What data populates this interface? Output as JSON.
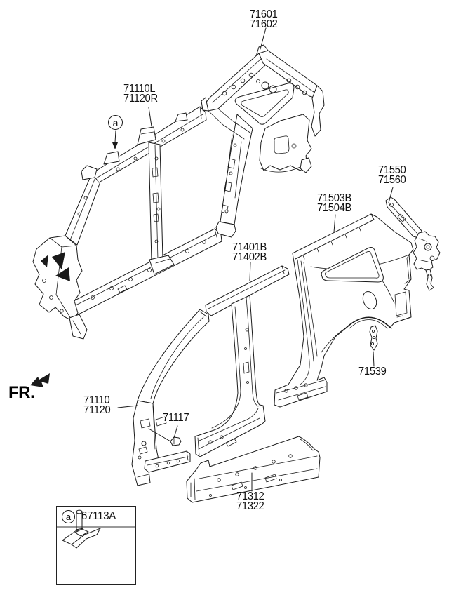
{
  "colors": {
    "line": "#1a1a1a",
    "background": "#ffffff",
    "divider": "#999999"
  },
  "direction_indicator": {
    "label": "FR."
  },
  "detail_marker": {
    "letter": "a"
  },
  "legend_box": {
    "ref_letter": "a",
    "part_number": "67113A"
  },
  "callouts": {
    "quarter_inner_panel": {
      "line1": "71601",
      "line2": "71602"
    },
    "body_side_inner": {
      "line1": "71110L",
      "line2": "71120R"
    },
    "rear_rail_side": {
      "line1": "71550",
      "line2": "71560"
    },
    "quarter_outer_panel": {
      "line1": "71503B",
      "line2": "71504B"
    },
    "center_pillar_outer": {
      "line1": "71401B",
      "line2": "71402B"
    },
    "front_pillar_outer": {
      "line1": "71110",
      "line2": "71120"
    },
    "bracket": {
      "line1": "71117"
    },
    "partition_panel": {
      "line1": "71539"
    },
    "side_sill_outer": {
      "line1": "71312",
      "line2": "71322"
    }
  }
}
